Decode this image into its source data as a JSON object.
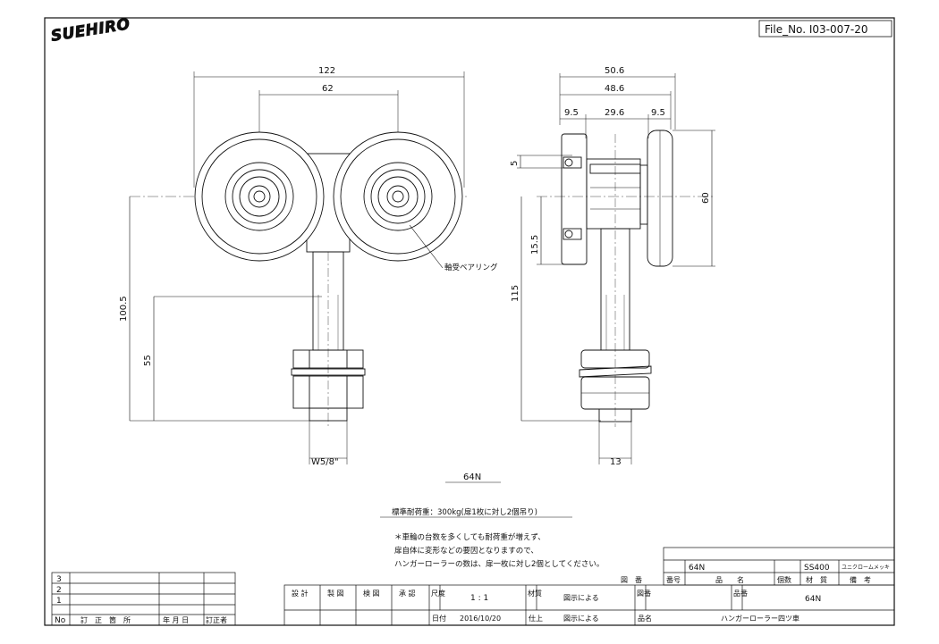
{
  "header": {
    "logo_text": "SUEHIRO",
    "file_no": "File_No. I03-007-20"
  },
  "front_view": {
    "dim_122": "122",
    "dim_62": "62",
    "dim_100_5": "100.5",
    "dim_55": "55",
    "dim_thread": "W5/8\"",
    "leader_label": "軸受ベアリング",
    "caption": "64N"
  },
  "side_view": {
    "dim_50_6": "50.6",
    "dim_48_6": "48.6",
    "dim_9_5_left": "9.5",
    "dim_29_6": "29.6",
    "dim_9_5_right": "9.5",
    "dim_5": "5",
    "dim_60": "60",
    "dim_15_5": "15.5",
    "dim_115": "115",
    "dim_13": "13"
  },
  "notes": {
    "load": "標準耐荷重：300kg(扉1枚に対し2個吊り)",
    "line1": "＊車輪の台数を多くしても耐荷重が増えず、",
    "line2": "扉自体に変形などの要因となりますので、",
    "line3": "ハンガーローラーの数は、扉一枚に対し2個としてください。"
  },
  "parts_table": {
    "value_name": "64N",
    "value_material": "SS400",
    "value_remark": "ユニクロームメッキ",
    "h_zuban": "図　番",
    "h_bango": "番号",
    "h_hinmei": "品　　名",
    "h_kosu": "個数",
    "h_zaishitsu": "材　質",
    "h_biko": "備　考"
  },
  "revision_table": {
    "row3": "3",
    "row2": "2",
    "row1": "1",
    "h_no": "No",
    "h_teisei": "訂　正　箇　所",
    "h_date": "年 月 日",
    "h_person": "訂正者"
  },
  "title_block": {
    "h_sekkei": "設 計",
    "h_seizu": "製 図",
    "h_kenzu": "検 図",
    "h_shonin": "承 認",
    "h_shakudo": "尺度",
    "scale": "1 : 1",
    "h_zaishitsu": "材質",
    "material": "図示による",
    "h_zuban": "図番",
    "h_hinban": "品番",
    "part_no": "64N",
    "h_hizuke": "日付",
    "date": "2016/10/20",
    "h_shiage": "仕上",
    "finish": "図示による",
    "h_hinmei": "品名",
    "name": "ハンガーローラー四ツ車"
  }
}
